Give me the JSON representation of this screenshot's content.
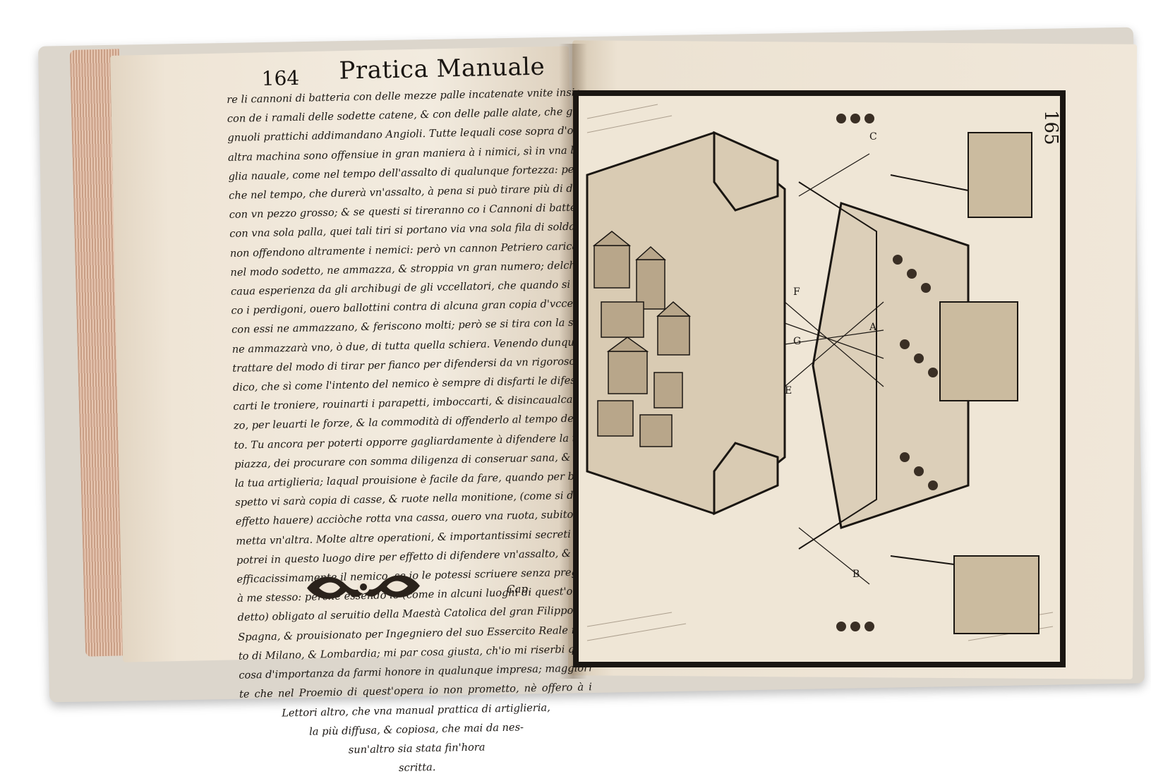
{
  "left_page": {
    "page_number": "164",
    "running_head": "Pratica Manuale",
    "lines": [
      "re li cannoni di batteria con delle mezze palle incatenate vnite insieme, &",
      "con de i ramali delle sodette catene, & con delle palle alate, che gli Spa",
      "gnuoli prattichi addimandano Angioli. Tutte lequali cose sopra d'ogn'",
      "altra machina sono offensiue in gran maniera à i nimici, sì in vna batta-",
      "glia nauale, come nel tempo dell'assalto di qualunque fortezza: percio-",
      "che nel tempo, che durerà vn'assalto, à pena si può tirare più di due tiri",
      "con vn pezzo grosso; & se questi si tireranno co i Cannoni di batteria, &",
      "con vna sola palla, quei tali tiri si portano via vna sola fila di soldati, &",
      "non offendono altramente i nemici: però vn cannon Petriero caricato",
      "nel modo sodetto, ne ammazza, & stroppia vn gran numero; delche se ne",
      "caua esperienza da gli archibugi de gli vccellatori, che quando si sparano",
      "co i perdigoni, ouero ballottini contra di alcuna gran copia d'vccelli, che",
      "con essi ne ammazzano, & feriscono molti; però se si tira con la sola palla,",
      "ne ammazzarà vno, ò due, di tutta quella schiera. Venendo dunque à",
      "trattare del modo di tirar per fianco per difendersi da vn rigoroso assalto,",
      "dico, che sì come l'intento del nemico è sempre di disfarti le difese, abboc",
      "carti le troniere, rouinarti i parapetti, imboccarti, & disincaualcarti il pez-",
      "zo, per leuarti le forze, & la commodità di offenderlo al tempo dell'assal-",
      "to. Tu ancora per poterti opporre gagliardamente à difendere la tua",
      "piazza, dei procurare con somma diligenza di conseruar sana, & intiera",
      "la tua artiglieria; laqual prouisione è facile da fare, quando per buon ri-",
      "spetto vi sarà copia di casse, & ruote nella monitione, (come si deue in",
      "effetto hauere) acciòche rotta vna cassa, ouero vna ruota, subito se ne ri-",
      "metta vn'altra. Molte altre operationi, & importantissimi secreti io ti",
      "potrei in questo luogo dire per effetto di difendere vn'assalto, & offender",
      "efficacissimamente il nemico, se io le potessi scriuere senza pregiudicare",
      "à me stesso: perche essendo io (come in alcuni luoghi di quest'opera hò",
      "detto) obligato al seruitio della Maestà Catolica del gran Filippo Rè di",
      "Spagna, & prouisionato per Ingegniero del suo Essercito Reale nello sta-",
      "to di Milano, & Lombardia; mi par cosa giusta, ch'io mi riserbi qualche",
      "cosa d'importanza da farmi honore in qualunque impresa; maggiormen",
      "te che nel Proemio di quest'opera io non prometto, nè offero à i"
    ],
    "closing_lines": [
      "Lettori altro, che vna manual prattica di artiglieria,",
      "la più diffusa, & copiosa, che mai da nes-",
      "sun'altro sia stata fin'hora",
      "scritta."
    ],
    "catchword": "Cap."
  },
  "right_page": {
    "page_number": "165",
    "figure_labels": [
      "A",
      "B",
      "C",
      "E",
      "F",
      "G"
    ]
  },
  "colors": {
    "ink": "#1a1612",
    "paper": "#f0e7d9",
    "page_edge": "#c99f86",
    "cover": "#dcd6cc"
  }
}
